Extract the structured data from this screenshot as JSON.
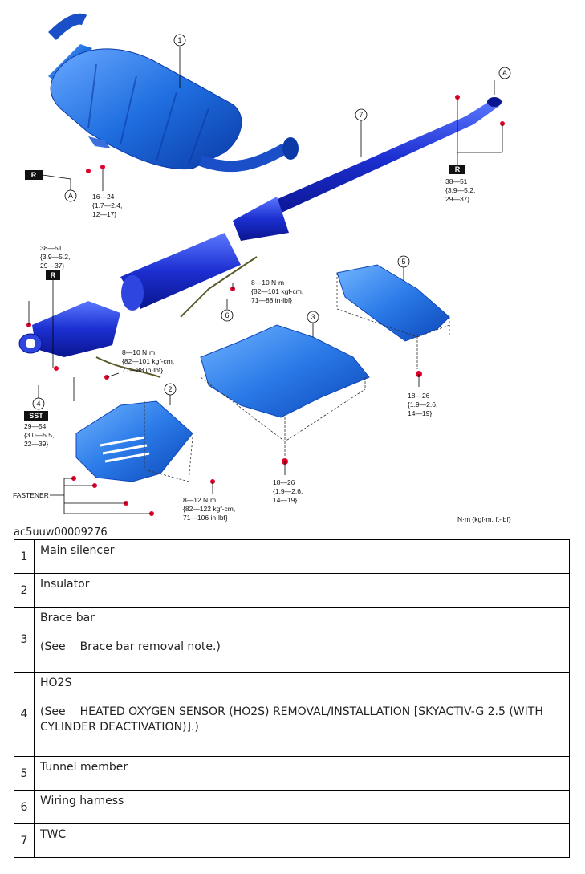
{
  "diagram": {
    "torque_labels": {
      "t_16_24": [
        "16—24",
        "{1.7—2.4,",
        "12—17}"
      ],
      "t_38_51_right": [
        "38—51",
        "{3.9—5.2,",
        "29—37}"
      ],
      "t_38_51_left": [
        "38—51",
        "{3.9—5.2,",
        "29—37}"
      ],
      "t_8_10_upper": [
        "8—10 N·m",
        "{82—101 kgf-cm,",
        "71—88 in·lbf}"
      ],
      "t_8_10_lower": [
        "8—10 N·m",
        "{82—101 kgf-cm,",
        "71—88 in·lbf}"
      ],
      "t_29_54": [
        "29—54",
        "{3.0—5.5,",
        "22—39}"
      ],
      "t_18_26_right": [
        "18—26",
        "{1.9—2.6,",
        "14—19}"
      ],
      "t_18_26_center": [
        "18—26",
        "{1.9—2.6,",
        "14—19}"
      ],
      "t_8_12": [
        "8—12 N·m",
        "{82—122 kgf-cm,",
        "71—106 in·lbf}"
      ]
    },
    "tags": {
      "r": "R",
      "sst": "SST"
    },
    "callouts": {
      "n1": "1",
      "n2": "2",
      "n3": "3",
      "n4": "4",
      "n5": "5",
      "n6": "6",
      "n7": "7",
      "a": "A"
    },
    "fastener_label": "FASTENER",
    "units_note": "N·m {kgf-m, ft-lbf}"
  },
  "caption": "ac5uuw00009276",
  "parts": [
    {
      "num": "1",
      "name": "Main silencer"
    },
    {
      "num": "2",
      "name": "Insulator"
    },
    {
      "num": "3",
      "name": "Brace bar",
      "see_word": "(See",
      "see_text": "Brace bar removal note.)"
    },
    {
      "num": "4",
      "name": "HO2S",
      "see_word": "(See",
      "see_text": "HEATED OXYGEN SENSOR (HO2S) REMOVAL/INSTALLATION [SKYACTIV-G 2.5 (WITH CYLINDER DEACTIVATION)].)"
    },
    {
      "num": "5",
      "name": "Tunnel member"
    },
    {
      "num": "6",
      "name": "Wiring harness"
    },
    {
      "num": "7",
      "name": "TWC"
    }
  ]
}
